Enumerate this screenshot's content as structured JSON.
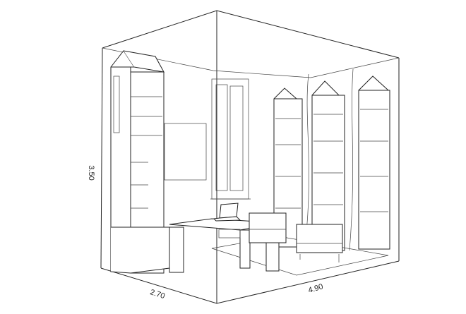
{
  "dimensions": {
    "height": "3.50",
    "width": "2.70",
    "length": "4.90"
  },
  "colors": {
    "line": "#222222",
    "background": "#ffffff"
  }
}
